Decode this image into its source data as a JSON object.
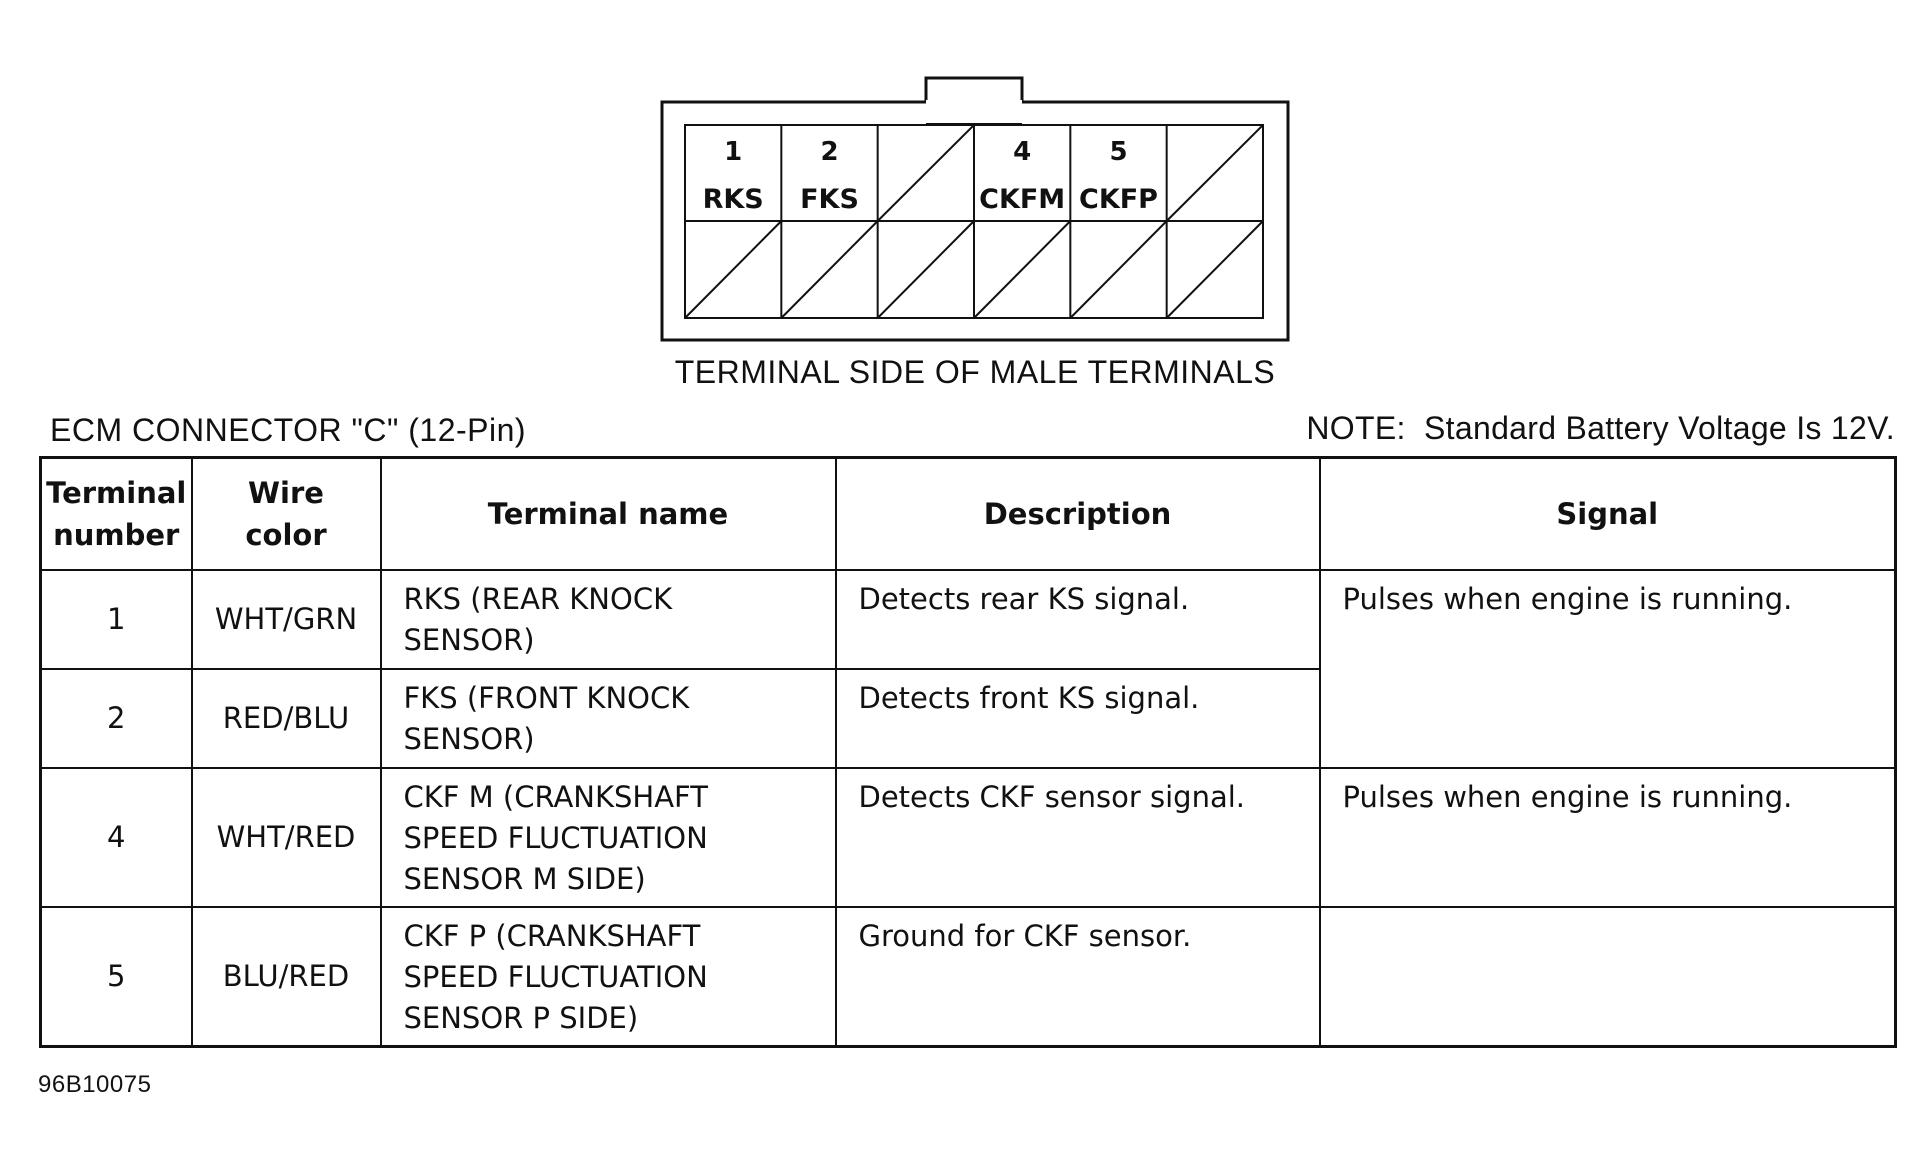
{
  "connector": {
    "cells": [
      {
        "num": "1",
        "code": "RKS"
      },
      {
        "num": "2",
        "code": "FKS"
      },
      {
        "num": "",
        "code": ""
      },
      {
        "num": "4",
        "code": "CKFM"
      },
      {
        "num": "5",
        "code": "CKFP"
      },
      {
        "num": "",
        "code": ""
      }
    ],
    "caption": "TERMINAL SIDE OF MALE TERMINALS"
  },
  "title": "ECM CONNECTOR \"C\" (12-Pin)",
  "note": "NOTE:  Standard Battery Voltage Is 12V.",
  "table": {
    "headers": {
      "terminal_number": [
        "Terminal",
        "number"
      ],
      "wire_color": [
        "Wire",
        "color"
      ],
      "terminal_name": "Terminal name",
      "description": "Description",
      "signal": "Signal"
    },
    "rows": [
      {
        "num": "1",
        "wire": "WHT/GRN",
        "name": [
          "RKS (REAR KNOCK",
          "SENSOR)"
        ],
        "desc": "Detects rear KS signal."
      },
      {
        "num": "2",
        "wire": "RED/BLU",
        "name": [
          "FKS (FRONT KNOCK",
          "SENSOR)"
        ],
        "desc": "Detects front KS signal."
      },
      {
        "num": "4",
        "wire": "WHT/RED",
        "name": [
          "CKF M (CRANKSHAFT",
          "SPEED FLUCTUATION",
          "SENSOR M SIDE)"
        ],
        "desc": "Detects CKF sensor signal."
      },
      {
        "num": "5",
        "wire": "BLU/RED",
        "name": [
          "CKF P (CRANKSHAFT",
          "SPEED FLUCTUATION",
          "SENSOR P SIDE)"
        ],
        "desc": "Ground for CKF sensor."
      }
    ],
    "signals": [
      "Pulses when engine is running.",
      "Pulses when engine is running.",
      ""
    ]
  },
  "figure_code": "96B10075"
}
